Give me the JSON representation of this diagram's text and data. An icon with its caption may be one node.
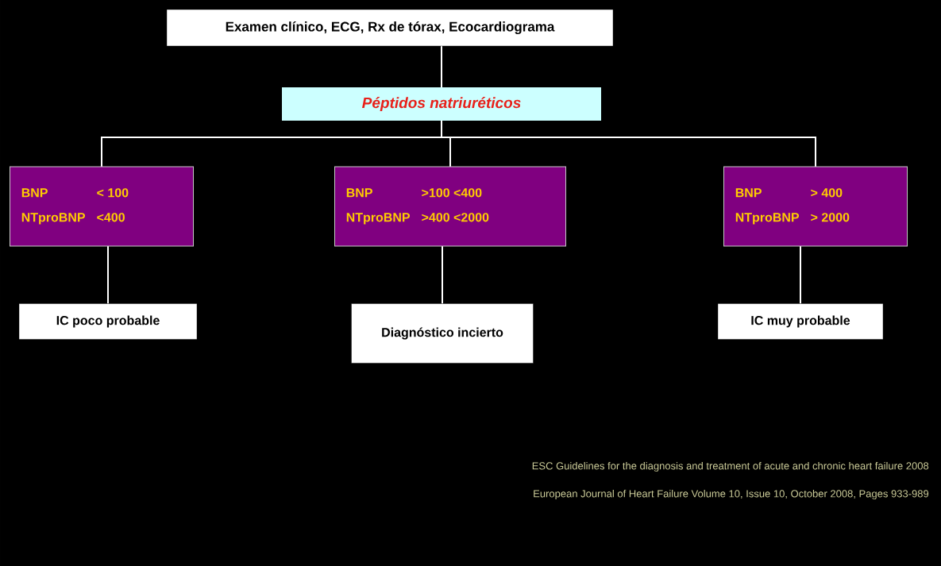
{
  "diagram": {
    "nodes": [
      {
        "text": [
          "Examen clínico, ECG, Rx de tórax, Ecocardiograma"
        ]
      },
      {
        "text": [
          "Péptidos natriuréticos"
        ]
      },
      {
        "text": [
          "BNP",
          "< 100",
          "NTproBNP",
          "<400"
        ]
      },
      {
        "text": [
          "BNP",
          ">100 <400",
          "NTproBNP",
          ">400 <2000"
        ]
      },
      {
        "text": [
          "BNP",
          "> 400",
          "NTproBNP",
          "> 2000"
        ]
      },
      {
        "text": [
          "IC poco probable"
        ]
      },
      {
        "text": [
          "Diagnóstico incierto"
        ]
      },
      {
        "text": [
          "IC muy probable"
        ]
      }
    ],
    "edges": [
      {
        "from": 0,
        "to": 1,
        "arrow": "none"
      },
      {
        "from": 1,
        "to": 2,
        "arrow": "none"
      },
      {
        "from": 1,
        "to": 3,
        "arrow": "none"
      },
      {
        "from": 1,
        "to": 4,
        "arrow": "none"
      },
      {
        "from": 2,
        "to": 5,
        "arrow": "none"
      },
      {
        "from": 3,
        "to": 6,
        "arrow": "none"
      },
      {
        "from": 4,
        "to": 7,
        "arrow": "none"
      }
    ],
    "labels": [
      "ESC Guidelines for the diagnosis and treatment of acute and chronic heart failure 2008",
      "European Journal of Heart Failure Volume 10, Issue 10, October 2008, Pages 933-989"
    ]
  }
}
